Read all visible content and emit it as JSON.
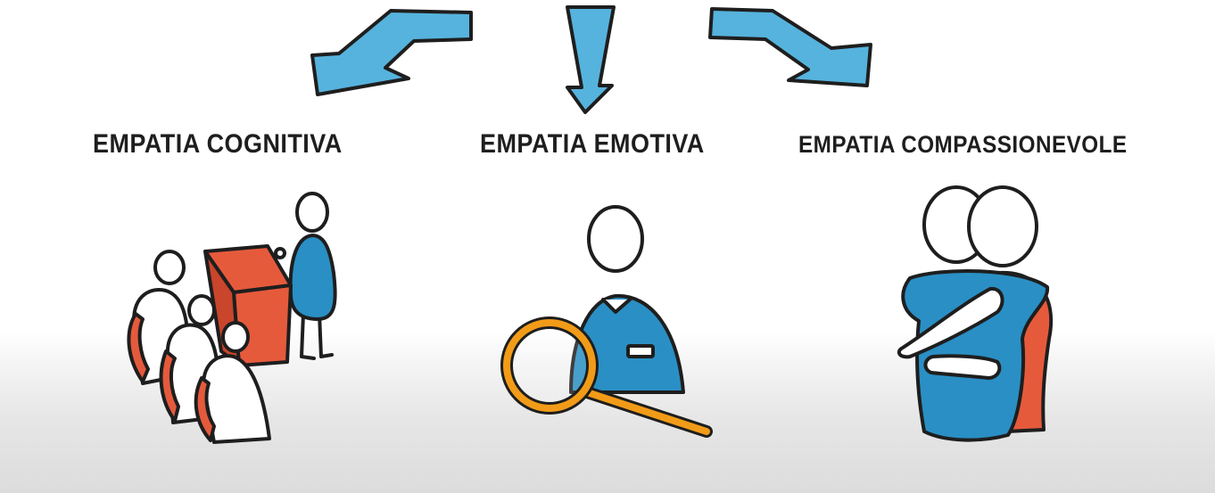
{
  "headings": {
    "cognitive": "EMPATIA COGNITIVA",
    "emotional": "EMPATIA EMOTIVA",
    "compassionate": "EMPATIA COMPASSIONEVOLE"
  },
  "icons": {
    "arrow_left": "arrow-left-down-icon",
    "arrow_center": "arrow-down-icon",
    "arrow_right": "arrow-right-down-icon",
    "cognitive_illustration": "speaker-at-podium-audience-icon",
    "emotional_illustration": "person-with-magnifying-glass-icon",
    "compassionate_illustration": "two-people-hugging-icon"
  },
  "colors": {
    "arrow_blue": "#56b3dd",
    "figure_blue": "#2a8fc4",
    "accent_red": "#e65a3c",
    "magnifier_orange": "#f29b18",
    "outline": "#1e1e1e"
  }
}
